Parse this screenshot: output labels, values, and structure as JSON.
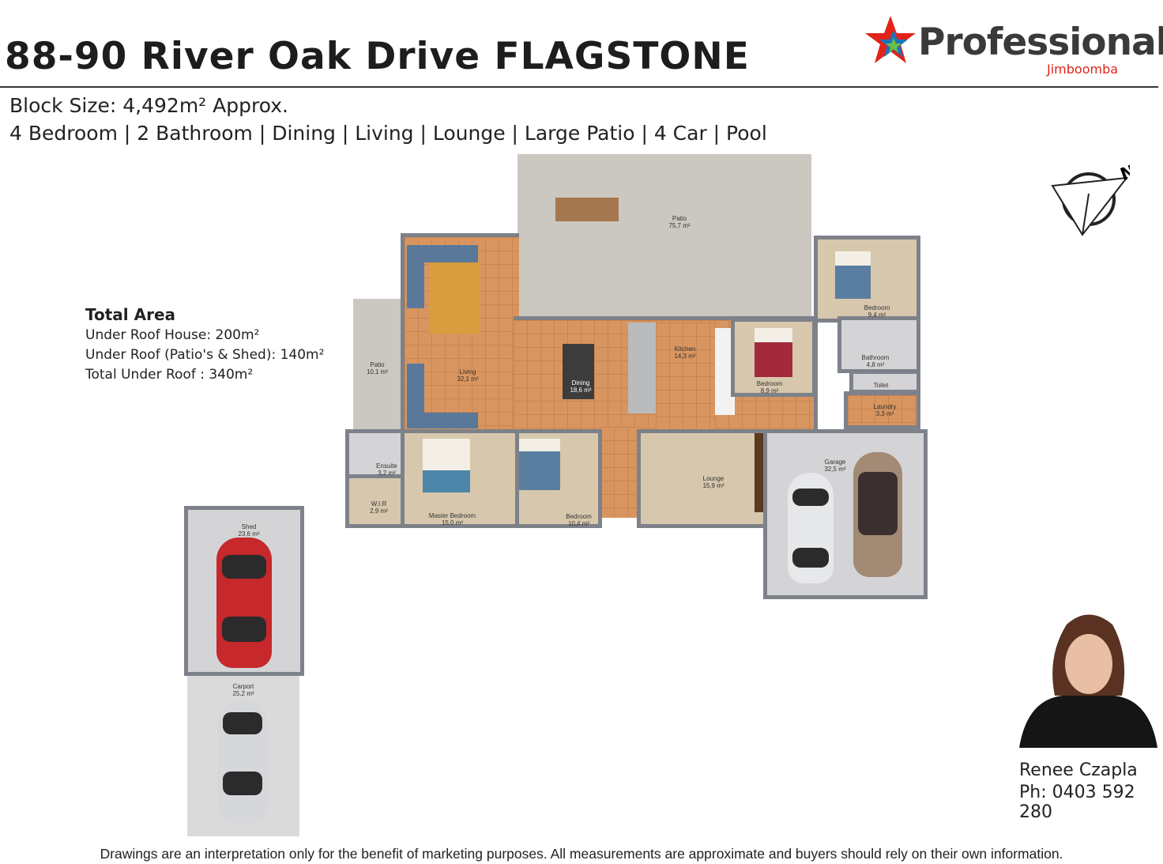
{
  "header": {
    "title": "88-90 River Oak Drive FLAGSTONE",
    "block_size": "Block Size: 4,492m² Approx.",
    "features": "4 Bedroom | 2 Bathroom | Dining | Living | Lounge | Large Patio | 4 Car | Pool"
  },
  "logo": {
    "name": "Professionals",
    "office": "Jimboomba"
  },
  "total_area": {
    "heading": "Total Area",
    "lines": [
      "Under Roof House: 200m²",
      "Under Roof (Patio's & Shed): 140m²",
      "Total Under Roof : 340m²"
    ]
  },
  "rooms": {
    "patio_large": {
      "name": "Patio",
      "area": "75,7 m²"
    },
    "patio_small": {
      "name": "Patio",
      "area": "10,1 m²"
    },
    "living": {
      "name": "Living",
      "area": "32,1 m²"
    },
    "dining": {
      "name": "Dining",
      "area": "18,6 m²"
    },
    "kitchen": {
      "name": "Kitchen",
      "area": "14,3 m²"
    },
    "bedroom_a": {
      "name": "Bedroom",
      "area": "9,4 m²"
    },
    "bathroom": {
      "name": "Bathroom",
      "area": "4,8 m²"
    },
    "toilet": {
      "name": "Toilet"
    },
    "laundry": {
      "name": "Laundry",
      "area": "3,3 m²"
    },
    "bedroom_b": {
      "name": "Bedroom",
      "area": "8,9 m²"
    },
    "ensuite": {
      "name": "Ensuite",
      "area": "3,2 m²"
    },
    "wir": {
      "name": "W.I.R",
      "area": "2,9 m²"
    },
    "master": {
      "name": "Master Bedroom",
      "area": "15,0 m²"
    },
    "bedroom_c": {
      "name": "Bedroom",
      "area": "10,4 m²"
    },
    "lounge": {
      "name": "Lounge",
      "area": "15,9 m²"
    },
    "garage": {
      "name": "Garage",
      "area": "32,5 m²"
    },
    "shed": {
      "name": "Shed",
      "area": "23,6 m²"
    },
    "carport": {
      "name": "Carport",
      "area": "25,2 m²"
    }
  },
  "compass": {
    "label": "N"
  },
  "agent": {
    "name": "Renee Czapla",
    "phone": "Ph: 0403 592 280"
  },
  "disclaimer": "Drawings are an interpretation only for the benefit of marketing purposes.  All measurements are approximate and buyers should rely on their own information.",
  "colors": {
    "brand_red": "#e2231a",
    "brand_blue": "#1b75bb",
    "brand_green": "#6cbe45",
    "wall": "#7d8189",
    "tile": "#d8955f"
  }
}
